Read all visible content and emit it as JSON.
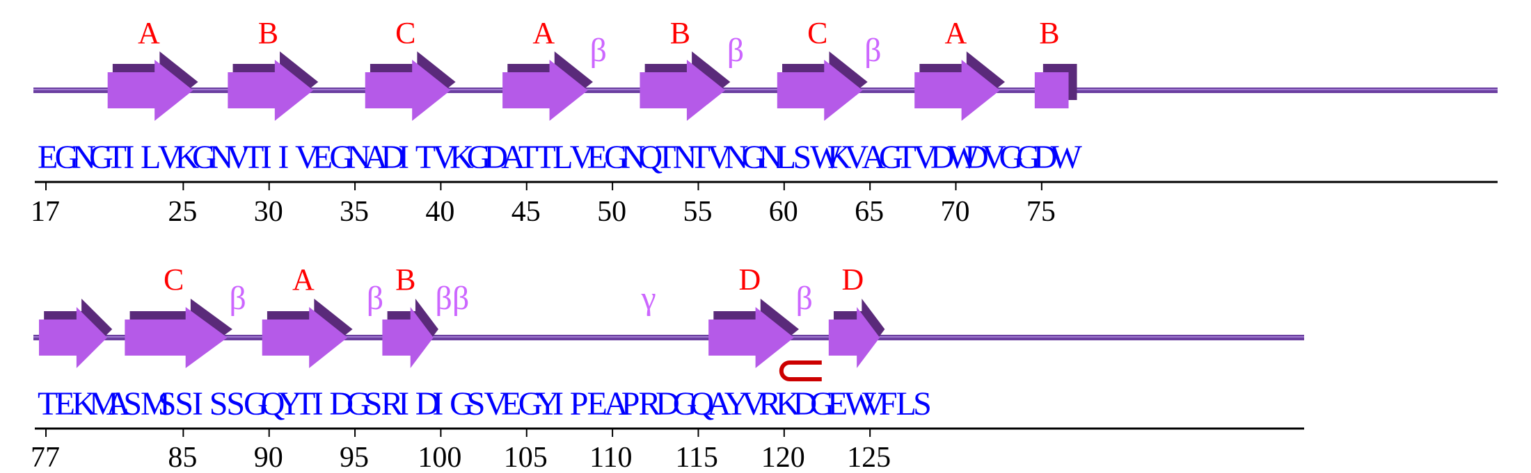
{
  "colors": {
    "strand": "#b55ae8",
    "strand_dark": "#5a2a7a",
    "backbone": "#6b3fa0",
    "region_label": "#ff0000",
    "greek_label": "#cc66ff",
    "sequence": "#0000ff",
    "axis": "#000000",
    "hairpin": "#cc0000"
  },
  "rows": [
    {
      "first_residue": 17,
      "sequence": "EGNGTILVKGNVTIIVEGNADITVKGDATTLVEGNQTNTVNGNLSWKVAGTVDWDVGGDW",
      "ticks": [
        "17",
        "25",
        "30",
        "35",
        "40",
        "45",
        "50",
        "55",
        "60",
        "65",
        "70",
        "75"
      ],
      "strands": [
        {
          "start": 21,
          "end": 25,
          "label": "A"
        },
        {
          "start": 28,
          "end": 32,
          "label": "B"
        },
        {
          "start": 36,
          "end": 40,
          "label": "C"
        },
        {
          "start": 44,
          "end": 48,
          "label": "A"
        },
        {
          "start": 52,
          "end": 56,
          "label": "B"
        },
        {
          "start": 60,
          "end": 64,
          "label": "C"
        },
        {
          "start": 68,
          "end": 72,
          "label": "A"
        },
        {
          "start": 75,
          "end": 76,
          "label": "B"
        }
      ],
      "greek": [
        {
          "residue": 49,
          "text": "β"
        },
        {
          "residue": 57,
          "text": "β"
        },
        {
          "residue": 65,
          "text": "β"
        }
      ]
    },
    {
      "first_residue": 77,
      "sequence": "TEKMASMSSISSGQYTIDGSRIDIGSVEGYIPEAPRDGQAYVRKDGEWVFLS",
      "ticks": [
        "77",
        "85",
        "90",
        "95",
        "100",
        "105",
        "110",
        "115",
        "120",
        "125"
      ],
      "strands": [
        {
          "start": 77,
          "end": 80,
          "label": ""
        },
        {
          "start": 82,
          "end": 87,
          "label": "C"
        },
        {
          "start": 90,
          "end": 94,
          "label": "A"
        },
        {
          "start": 97,
          "end": 99,
          "label": "B"
        },
        {
          "start": 116,
          "end": 120,
          "label": "D"
        },
        {
          "start": 123,
          "end": 125,
          "label": "D"
        }
      ],
      "greek": [
        {
          "residue": 88,
          "text": "β"
        },
        {
          "residue": 96,
          "text": "β"
        },
        {
          "residue": 100,
          "text": "ββ"
        },
        {
          "residue": 112,
          "text": "γ"
        },
        {
          "residue": 121,
          "text": "β"
        }
      ]
    }
  ]
}
